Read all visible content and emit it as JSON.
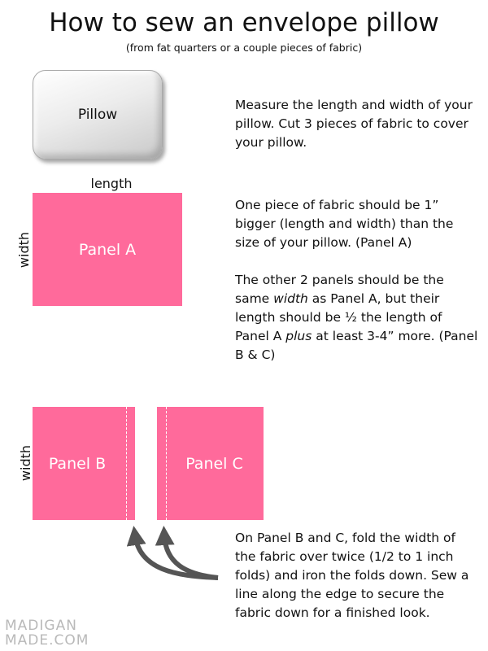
{
  "header": {
    "title": "How to sew an envelope pillow",
    "subtitle": "(from fat quarters or a couple pieces of fabric)"
  },
  "pillow": {
    "label": "Pillow"
  },
  "step1": {
    "text": "Measure the length and width of your pillow. Cut 3 pieces of fabric to cover your pillow."
  },
  "dimension_labels": {
    "length": "length",
    "width_a": "width",
    "width_bc": "width"
  },
  "panels": {
    "a": "Panel A",
    "b": "Panel B",
    "c": "Panel C"
  },
  "step2": {
    "p1": "One piece of fabric should be 1” bigger (length and width) than the size of your pillow. (Panel A)",
    "p2_part1": "The other 2 panels should be the same ",
    "p2_em1": "width",
    "p2_part2": " as Panel A, but their length should be ½ the length of Panel A ",
    "p2_em2": "plus",
    "p2_part3": " at least 3-4” more.  (Panel B & C)"
  },
  "step3": {
    "text": "On Panel B and C, fold the width of the fabric over twice (1/2 to 1 inch folds) and iron the folds down. Sew a line along the edge to secure the fabric down for a finished look."
  },
  "watermark": {
    "line1": "MADIGAN",
    "line2": "MADE.COM"
  },
  "icons": {
    "arrows": "curved-arrows-icon"
  },
  "colors": {
    "panel": "#ff6a9b",
    "arrow": "#555555",
    "watermark": "#b9b9b9"
  }
}
